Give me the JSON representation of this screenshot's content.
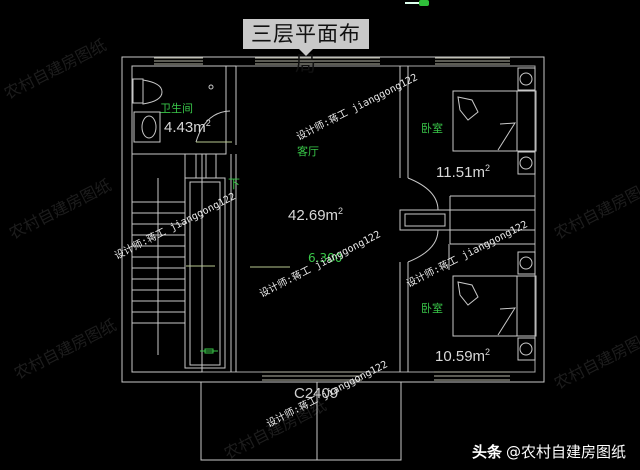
{
  "title": "三层平面布局",
  "rooms": [
    {
      "name": "卫生间",
      "area": "4.43",
      "unit": "m",
      "sup": "2"
    },
    {
      "name": "客厅",
      "area": "42.69",
      "unit": "m",
      "sup": "2"
    },
    {
      "name": "卧室",
      "area": "11.51",
      "unit": "m",
      "sup": "2"
    },
    {
      "name": "卧室",
      "area": "10.59",
      "unit": "m",
      "sup": "2"
    }
  ],
  "stair_label": "下",
  "window_code": "C2409",
  "elevation": "6.300",
  "watermark": "设计师:蒋工 jianggong122",
  "faint_watermark": "农村自建房图纸",
  "footer": {
    "source": "头条",
    "handle": "@农村自建房图纸"
  },
  "colors": {
    "background": "#000000",
    "wall": "#c8c8c8",
    "room_label": "#39c749",
    "title_bg": "#c9c9c9"
  }
}
